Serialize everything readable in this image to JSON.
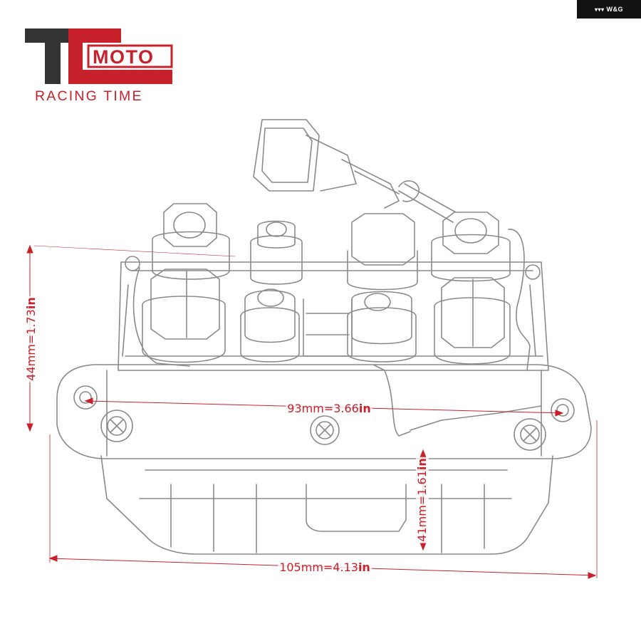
{
  "corner_badge": {
    "text": "W&G",
    "icon": "double-v-marks-icon"
  },
  "logo": {
    "letters_t": "T",
    "letters_c": "C",
    "word": "MOTO",
    "tagline": "RACING TIME",
    "colors": {
      "dark": "#333333",
      "red": "#c7212b"
    }
  },
  "product": {
    "icon": "trim-relay-line-drawing"
  },
  "dimensions": {
    "height_upper": {
      "value": "44mm=1.73",
      "unit": "in"
    },
    "mount_span": {
      "value": "93mm=3.66",
      "unit": "in"
    },
    "height_lower": {
      "value": "41mm=1.61",
      "unit": "in"
    },
    "length": {
      "value": "105mm=4.13",
      "unit": "in"
    }
  },
  "colors": {
    "dimension_red": "#c7212b",
    "line_gray": "#8a8a8a"
  }
}
